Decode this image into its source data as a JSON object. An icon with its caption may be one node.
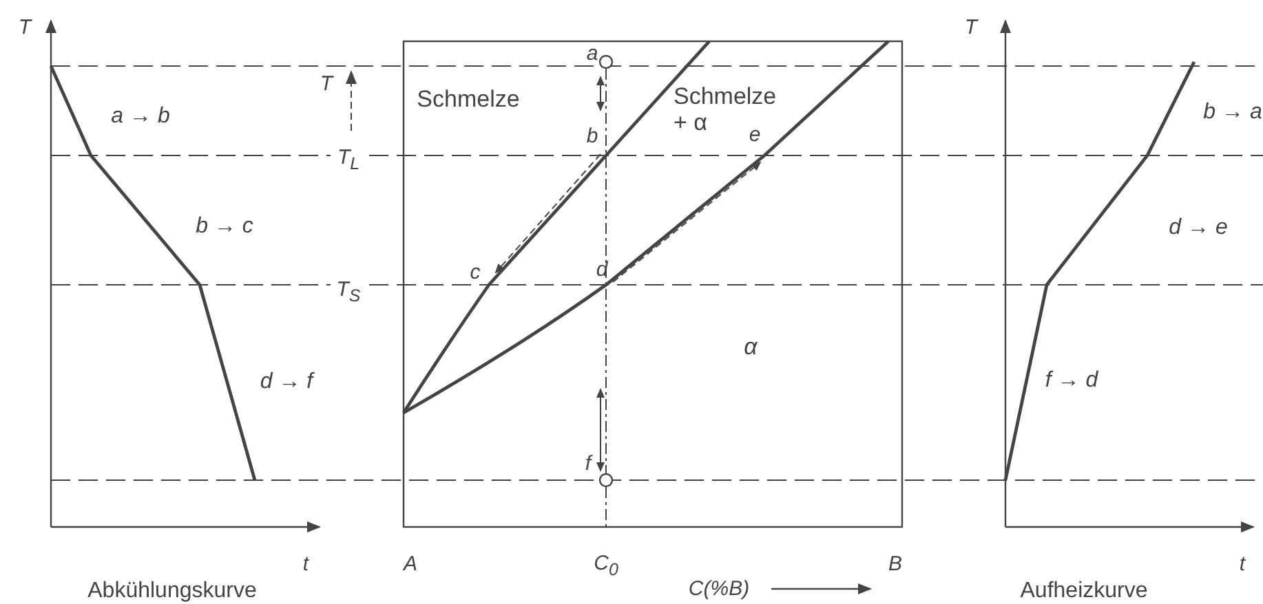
{
  "diagram": {
    "labels": [
      "T",
      "a",
      "T",
      "Schmelze",
      "Schmelze + α",
      "a → b",
      "T",
      "T$_{L}$",
      "b",
      "e",
      "b → a",
      "b → c",
      "d → e",
      "T$_{S}$",
      "c",
      "d",
      "α",
      "d → f",
      "f → d",
      "f",
      "t",
      "A",
      "C$_{0}$",
      "B",
      "t",
      "Abkühlungskurve",
      "C(%B)",
      "Aufheizkurve"
    ]
  }
}
